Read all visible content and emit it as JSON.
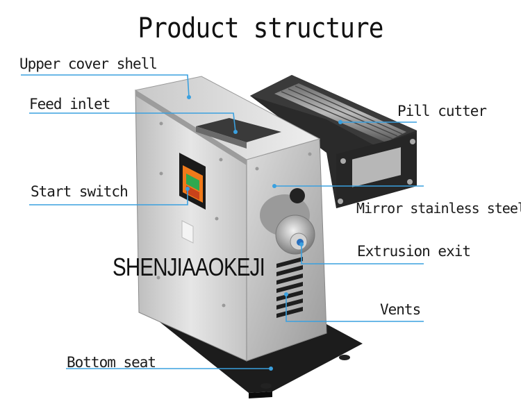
{
  "title": "Product structure",
  "labels": {
    "upper_cover_shell": "Upper cover shell",
    "feed_inlet": "Feed inlet",
    "start_switch": "Start switch",
    "pill_cutter": "Pill cutter",
    "mirror_stainless_steel": "Mirror stainless steel",
    "extrusion_exit": "Extrusion exit",
    "vents": "Vents",
    "bottom_seat": "Bottom seat"
  },
  "watermark": "SHENJIAAOKEJI",
  "colors": {
    "leader_line": "#3aa0df",
    "steel_light": "#d8d8d8",
    "steel_dark": "#8c8c8c",
    "base": "#1c1c1c",
    "switch_orange": "#f07a1a",
    "switch_green": "#2fa84f"
  }
}
